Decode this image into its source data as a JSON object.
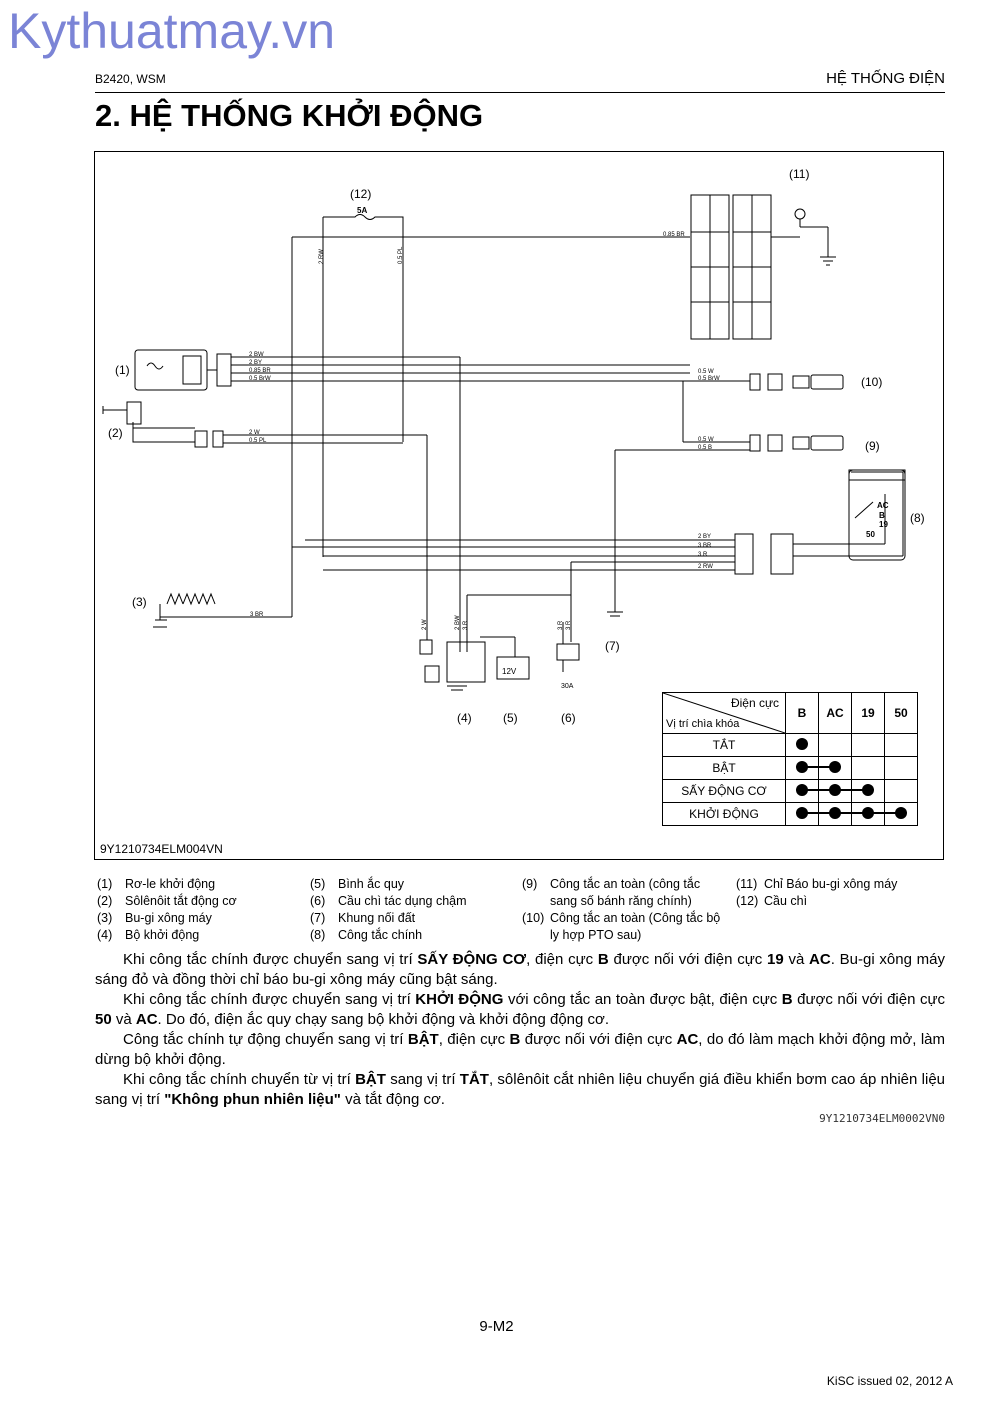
{
  "watermark": "Kythuatmay.vn",
  "header": {
    "left": "B2420, WSM",
    "right": "HỆ THỐNG ĐIỆN"
  },
  "title": "2.  HỆ THỐNG KHỞI ĐỘNG",
  "diagram": {
    "fuse_label": "(12)",
    "fuse_rating": "5A",
    "indicator_label": "(11)",
    "labels": {
      "relay": "(1)",
      "solenoid": "(2)",
      "glowplug": "(3)",
      "starter": "(4)",
      "battery": "(5)",
      "slowfuse": "(6)",
      "ground": "(7)",
      "mainswitch": "(8)",
      "safety9": "(9)",
      "safety10": "(10)"
    },
    "battery_voltage": "12V",
    "slowfuse_rating": "30A",
    "switch_terminals": {
      "b": "B",
      "ac": "AC",
      "t19": "19",
      "t50": "50"
    },
    "wires": {
      "w085br_top": "0.85 BR",
      "w2rw": "2 RW",
      "w05pl": "0.5 PL",
      "w2bw": "2 BW",
      "w2by": "2 BY",
      "w085br": "0.85 BR",
      "w05brw": "0.5 BrW",
      "w2w": "2 W",
      "w05pl2": "0.5 PL",
      "w05w_a": "0.5 W",
      "w05brw_a": "0.5 BrW",
      "w05w_b": "0.5 W",
      "w05b": "0.5 B",
      "w2by_b": "2 BY",
      "w3br_b": "3 BR",
      "w3r_b": "3 R",
      "w2rw_b": "2 RW",
      "w3br_g": "3 BR",
      "v2w": "2 W",
      "v2bw": "2 BW",
      "v3r": "3 R",
      "v3r2": "3 R",
      "v3r3": "3 R"
    },
    "figure_code": "9Y1210734ELM004VN"
  },
  "switch_table": {
    "col_header": "Điện cực",
    "row_header": "Vị trí chìa khóa",
    "columns": [
      "B",
      "AC",
      "19",
      "50"
    ],
    "rows": [
      {
        "position": "TẮT",
        "connected": [
          true,
          false,
          false,
          false
        ]
      },
      {
        "position": "BẬT",
        "connected": [
          true,
          true,
          false,
          false
        ]
      },
      {
        "position": "SẤY ĐỘNG CƠ",
        "connected": [
          true,
          true,
          true,
          false
        ]
      },
      {
        "position": "KHỞI ĐỘNG",
        "connected": [
          true,
          true,
          true,
          true
        ]
      }
    ]
  },
  "legend": {
    "col1": [
      {
        "num": "(1)",
        "text": "Rơ-le khởi động"
      },
      {
        "num": "(2)",
        "text": "Sôlênôit tắt động cơ"
      },
      {
        "num": "(3)",
        "text": "Bu-gi xông máy"
      },
      {
        "num": "(4)",
        "text": "Bộ khởi động"
      }
    ],
    "col2": [
      {
        "num": "(5)",
        "text": "Bình ắc quy"
      },
      {
        "num": "(6)",
        "text": "Cầu chì tác dụng chậm"
      },
      {
        "num": "(7)",
        "text": "Khung nối đất"
      },
      {
        "num": "(8)",
        "text": "Công tắc chính"
      }
    ],
    "col3": [
      {
        "num": "(9)",
        "text": "Công tắc an toàn (công tắc"
      },
      {
        "num": "",
        "text": "sang số bánh răng chính)"
      },
      {
        "num": "(10)",
        "text": "Công tắc an toàn (Công tắc bộ"
      },
      {
        "num": "",
        "text": "ly hợp PTO sau)"
      }
    ],
    "col4": [
      {
        "num": "(11)",
        "text": "Chỉ Báo bu-gi xông máy"
      },
      {
        "num": "(12)",
        "text": "Cầu chì"
      }
    ]
  },
  "paragraphs": {
    "p1": {
      "a": "Khi công tắc chính được chuyển sang vị trí ",
      "b": "SẤY ĐỘNG CƠ",
      "c": ", điện cực ",
      "d": "B",
      "e": " được nối với điện cực ",
      "f": "19",
      "g": " và ",
      "h": "AC",
      "i": ". Bu-gi xông máy sáng đỏ và đồng thời chỉ báo bu-gi xông máy cũng bật sáng."
    },
    "p2": {
      "a": "Khi công tắc chính được chuyển sang vị trí ",
      "b": "KHỞI ĐỘNG",
      "c": " với công tắc an toàn được bật, điện cực ",
      "d": "B",
      "e": " được nối với điện cực ",
      "f": "50",
      "g": " và ",
      "h": "AC",
      "i": ". Do đó, điện ắc quy chạy sang bộ khởi động và khởi động động cơ."
    },
    "p3": {
      "a": "Công tắc chính tự động chuyển sang vị trí ",
      "b": "BẬT",
      "c": ", điện cực ",
      "d": "B",
      "e": " được nối với điện cực ",
      "f": "AC",
      "g": ", do đó làm mạch khởi động mở, làm dừng bộ khởi động."
    },
    "p4": {
      "a": "Khi công tắc chính chuyển từ vị trí ",
      "b": "BẬT",
      "c": " sang vị trí ",
      "d": "TẮT",
      "e": ", sôlênôit cắt nhiên liệu chuyển giá điều khiển bơm cao áp nhiên liệu sang vị trí ",
      "f": "\"Không phun nhiên liệu\"",
      "g": " và tắt động cơ."
    }
  },
  "doc_code": "9Y1210734ELM0002VN0",
  "page_number": "9-M2",
  "footer": "KiSC issued 02, 2012 A"
}
